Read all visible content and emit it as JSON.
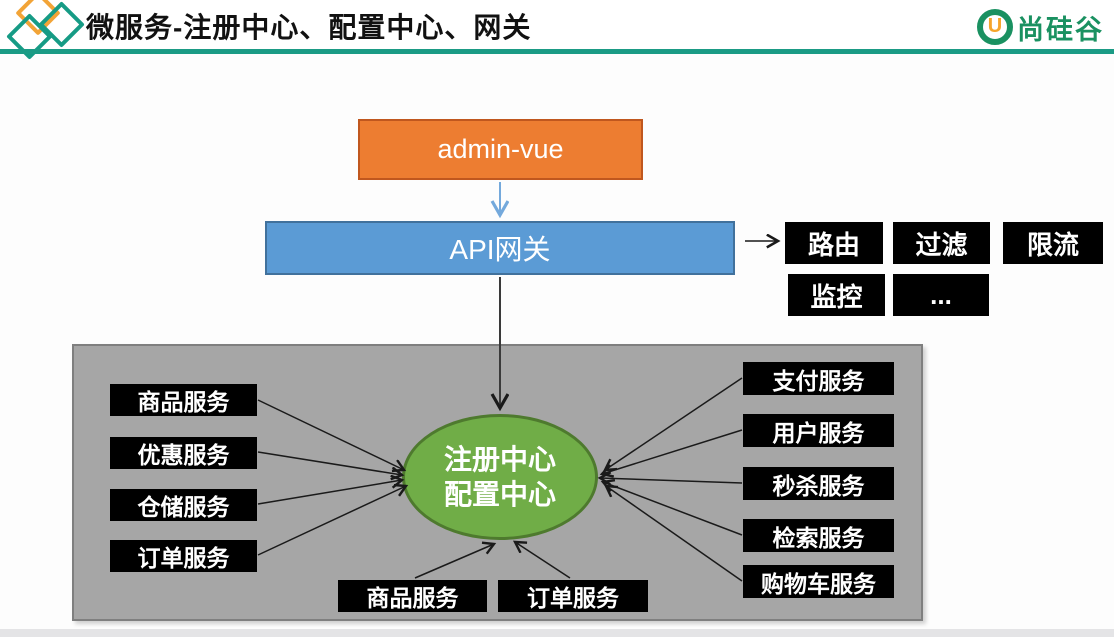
{
  "header": {
    "title": "微服务-注册中心、配置中心、网关",
    "brand": "尚硅谷",
    "brand_icon_letter": "U",
    "accent_teal": "#1b9b85",
    "brand_green": "#1a9161",
    "brand_orange": "#f6a52b"
  },
  "diagram": {
    "admin": {
      "label": "admin-vue",
      "fill": "#ed7d31",
      "border": "#c0571e"
    },
    "gateway": {
      "label": "API网关",
      "fill": "#5b9bd5",
      "border": "#41719c"
    },
    "center": {
      "line1": "注册中心",
      "line2": "配置中心",
      "fill": "#70ad47",
      "border": "#4e7a2e"
    },
    "gateway_features": [
      "路由",
      "过滤",
      "限流",
      "监控",
      "..."
    ],
    "left_services": [
      "商品服务",
      "优惠服务",
      "仓储服务",
      "订单服务"
    ],
    "right_services": [
      "支付服务",
      "用户服务",
      "秒杀服务",
      "检索服务",
      "购物车服务"
    ],
    "bottom_services": [
      "商品服务",
      "订单服务"
    ],
    "panel_fill": "#a6a6a6",
    "box_fill": "#000000"
  }
}
